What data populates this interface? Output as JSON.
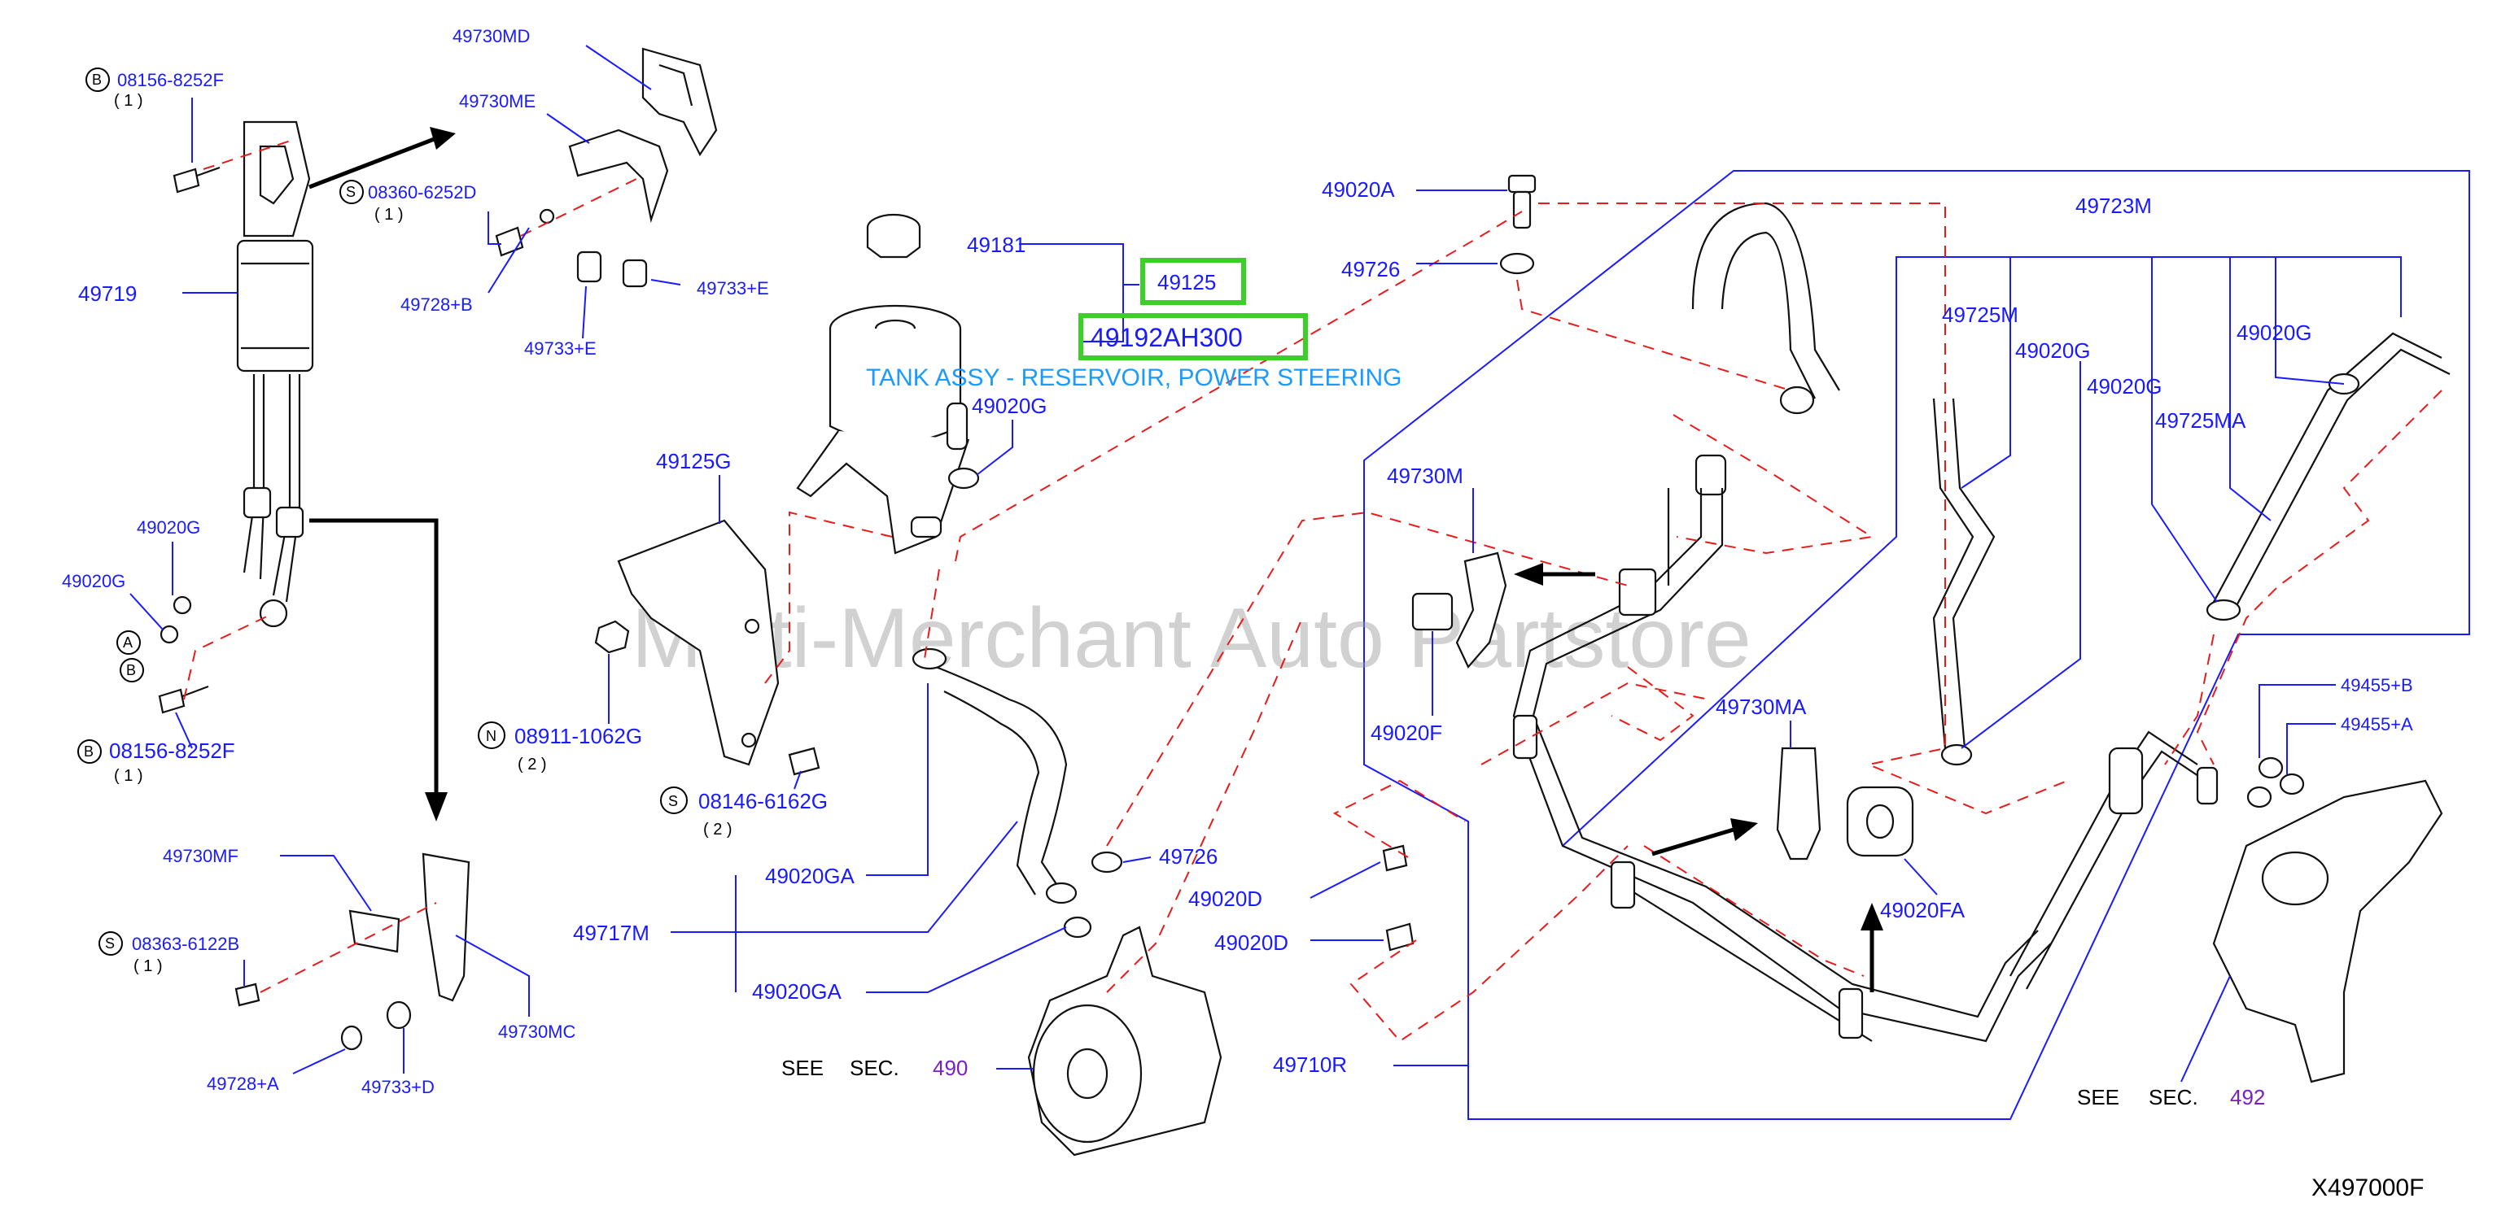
{
  "diagram": {
    "watermark": "Multi-Merchant Auto Partstore",
    "figure_id": "X497000F",
    "highlight": {
      "part_small": "49125",
      "part_main": "49192AH300",
      "description": "TANK ASSY - RESERVOIR, POWER STEERING"
    },
    "labels": {
      "p49730MD": "49730MD",
      "p49730ME": "49730ME",
      "p08156_top": "08156-8252F",
      "p08156_top_qty": "( 1 )",
      "p08360": "08360-6252D",
      "p08360_qty": "( 1 )",
      "p49719": "49719",
      "p49728B": "49728+B",
      "p49733E_a": "49733+E",
      "p49733E_b": "49733+E",
      "p49020G_l1": "49020G",
      "p49020G_l2": "49020G",
      "p08156_bot": "08156-8252F",
      "p08156_bot_qty": "( 1 )",
      "p49181": "49181",
      "p49020G_tank": "49020G",
      "p49125G": "49125G",
      "p08911": "08911-1062G",
      "p08911_qty": "( 2 )",
      "p08146": "08146-6162G",
      "p08146_qty": "( 2 )",
      "p49730MF": "49730MF",
      "p08363": "08363-6122B",
      "p08363_qty": "( 1 )",
      "p49730MC": "49730MC",
      "p49728A": "49728+A",
      "p49733D": "49733+D",
      "p49020GA_1": "49020GA",
      "p49717M": "49717M",
      "p49020GA_2": "49020GA",
      "p49726_b": "49726",
      "p49020A": "49020A",
      "p49726_t": "49726",
      "p49730M": "49730M",
      "p49020F": "49020F",
      "p49730MA": "49730MA",
      "p49020FA": "49020FA",
      "p49020D_1": "49020D",
      "p49020D_2": "49020D",
      "p49710R": "49710R",
      "p49723M": "49723M",
      "p49725M": "49725M",
      "p49020G_r1": "49020G",
      "p49020G_r2": "49020G",
      "p49020G_r3": "49020G",
      "p49725MA": "49725MA",
      "p49455B": "49455+B",
      "p49455A": "49455+A"
    },
    "see": {
      "see_word_1": "SEE",
      "sec_word_1": "SEC.",
      "sec_num_1": "490",
      "see_word_2": "SEE",
      "sec_word_2": "SEC.",
      "sec_num_2": "492"
    },
    "circle_marks": {
      "b1": "B",
      "s1": "S",
      "a": "A",
      "b2": "B",
      "b3": "B",
      "n": "N",
      "s2": "S",
      "s3": "S"
    },
    "colors": {
      "label_blue": "#1a1aff",
      "dash_red": "#e81b1b",
      "highlight_green": "#3ccf2a",
      "section_purple": "#7a1fc2",
      "description_blue": "#1a9bff"
    }
  }
}
